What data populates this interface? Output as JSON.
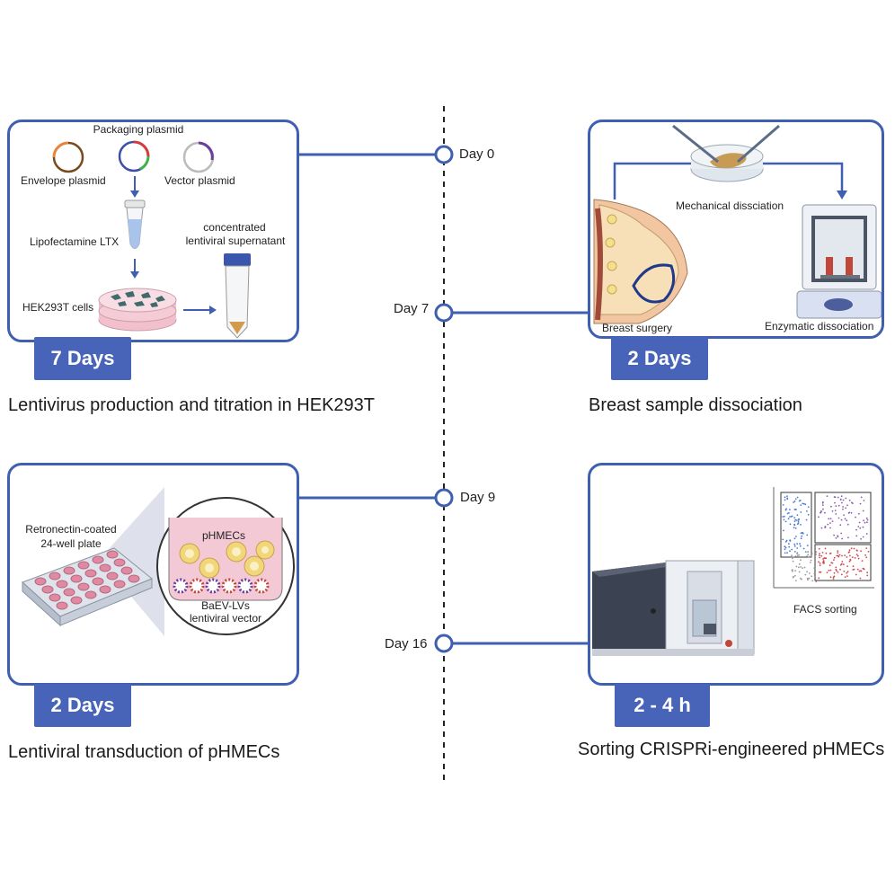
{
  "timeline": {
    "days": [
      "Day 0",
      "Day 7",
      "Day 9",
      "Day 16"
    ]
  },
  "steps": [
    {
      "duration": "7 Days",
      "caption": "Lentivirus production and titration in HEK293T",
      "labels": {
        "packaging": "Packaging plasmid",
        "envelope": "Envelope plasmid",
        "vector": "Vector plasmid",
        "lipofectamine": "Lipofectamine LTX",
        "supernatant_1": "concentrated",
        "supernatant_2": "lentiviral supernatant",
        "cells": "HEK293T cells"
      }
    },
    {
      "duration": "2 Days",
      "caption": "Breast sample dissociation",
      "labels": {
        "mechanical": "Mechanical dissciation",
        "surgery": "Breast surgery",
        "enzymatic": "Enzymatic dissociation"
      }
    },
    {
      "duration": "2 Days",
      "caption": "Lentiviral transduction of pHMECs",
      "labels": {
        "plate_1": "Retronectin-coated",
        "plate_2": "24-well plate",
        "cells": "pHMECs",
        "vector_1": "BaEV-LVs",
        "vector_2": "lentiviral vector"
      }
    },
    {
      "duration": "2 - 4 h",
      "caption": "Sorting CRISPRi-engineered pHMECs",
      "labels": {
        "facs": "FACS sorting"
      }
    }
  ],
  "colors": {
    "accent": "#3f5fb0",
    "badge": "#4764b8",
    "timeline": "#222222"
  }
}
